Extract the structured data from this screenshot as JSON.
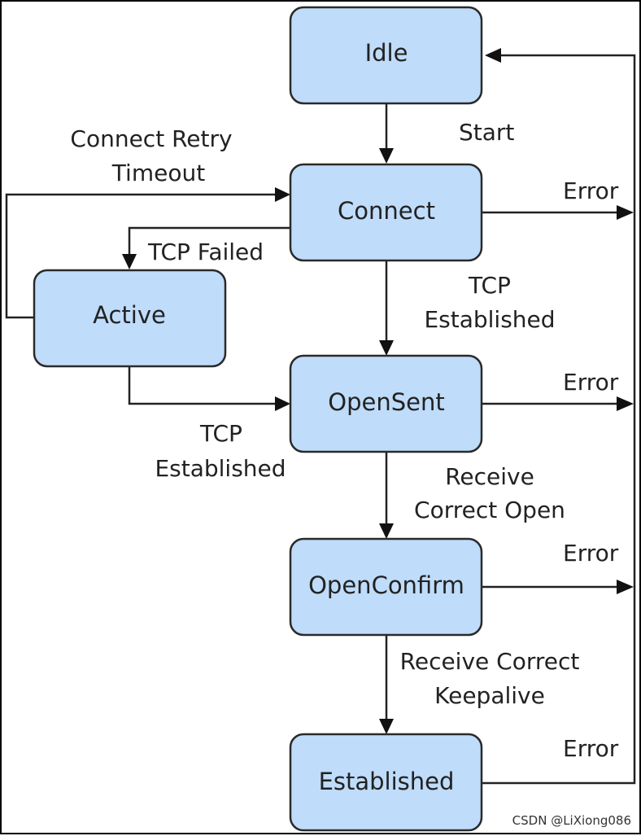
{
  "diagram": {
    "states": {
      "idle": "Idle",
      "connect": "Connect",
      "active": "Active",
      "opensent": "OpenSent",
      "openconfirm": "OpenConfirm",
      "established": "Established"
    },
    "edges": {
      "start": "Start",
      "connect_retry_line1": "Connect Retry",
      "connect_retry_line2": "Timeout",
      "tcp_failed": "TCP Failed",
      "tcp_established_1_line1": "TCP",
      "tcp_established_1_line2": "Established",
      "tcp_established_2_line1": "TCP",
      "tcp_established_2_line2": "Established",
      "receive_open_line1": "Receive",
      "receive_open_line2": "Correct Open",
      "receive_keepalive_line1": "Receive Correct",
      "receive_keepalive_line2": "Keepalive",
      "error_connect": "Error",
      "error_opensent": "Error",
      "error_openconfirm": "Error",
      "error_established": "Error"
    },
    "colors": {
      "state_fill": "#bfdcfa",
      "line": "#222222"
    }
  },
  "watermark": "CSDN @LiXiong086"
}
